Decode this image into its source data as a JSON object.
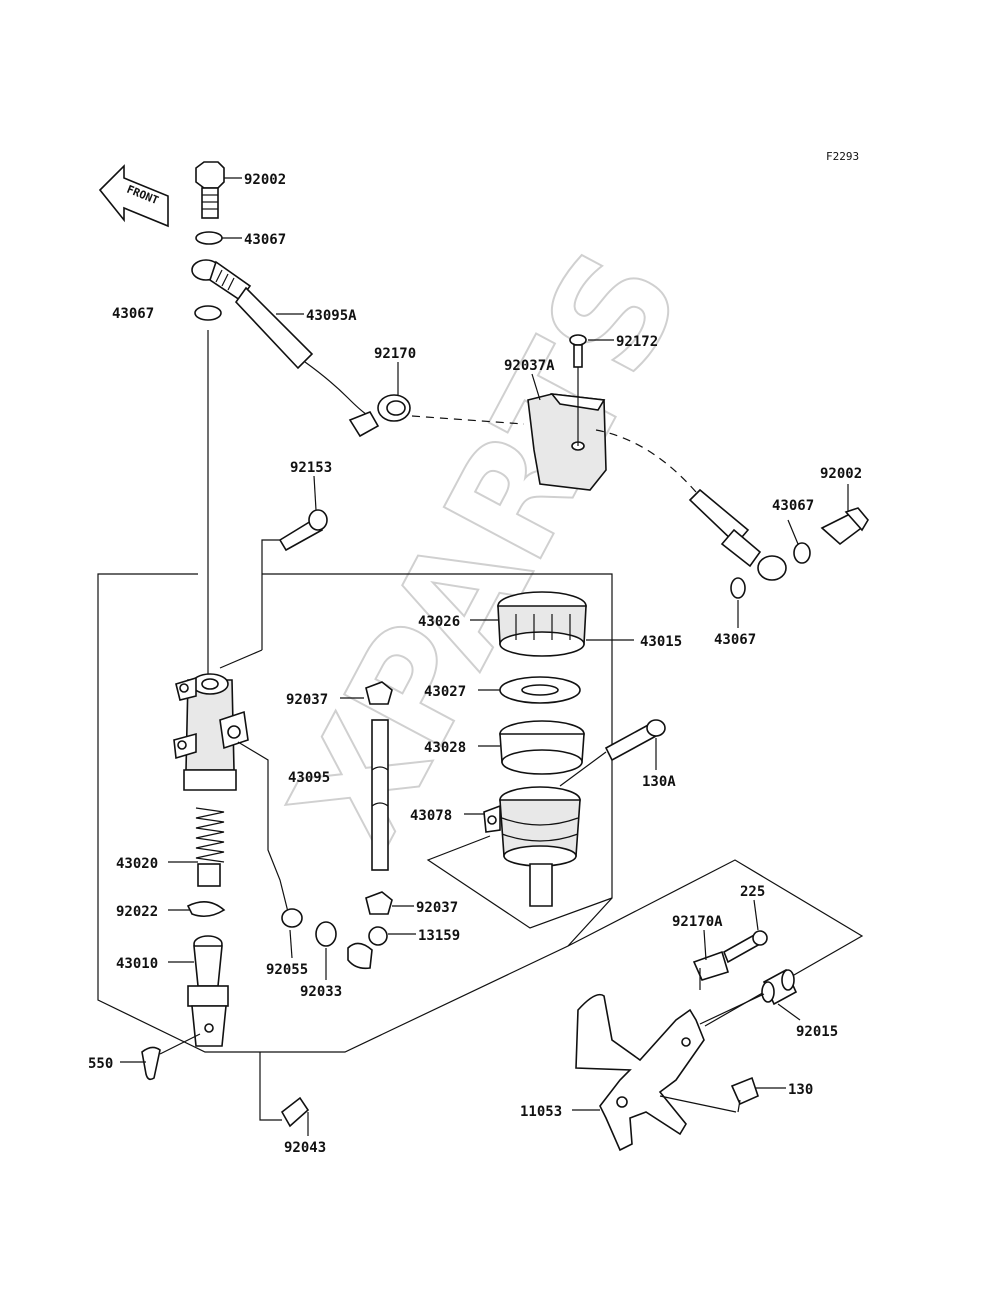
{
  "figure_code": "F2293",
  "front_label": "FRONT",
  "watermark": "XPARTS",
  "labels": {
    "l92002_top": "92002",
    "l43067_top": "43067",
    "l43067_left": "43067",
    "l43095A": "43095A",
    "l92170": "92170",
    "l92037A": "92037A",
    "l92172": "92172",
    "l92002_right": "92002",
    "l43067_right_a": "43067",
    "l43067_right_b": "43067",
    "l92153": "92153",
    "l43026": "43026",
    "l43015": "43015",
    "l43027": "43027",
    "l43028": "43028",
    "l92037_top": "92037",
    "l43095": "43095",
    "l130A": "130A",
    "l43078": "43078",
    "l43020": "43020",
    "l92022": "92022",
    "l92037_bot": "92037",
    "l13159": "13159",
    "l225": "225",
    "l92170A": "92170A",
    "l43010": "43010",
    "l92055": "92055",
    "l92033": "92033",
    "l92015": "92015",
    "l550": "550",
    "l130": "130",
    "l11053": "11053",
    "l92043": "92043"
  }
}
